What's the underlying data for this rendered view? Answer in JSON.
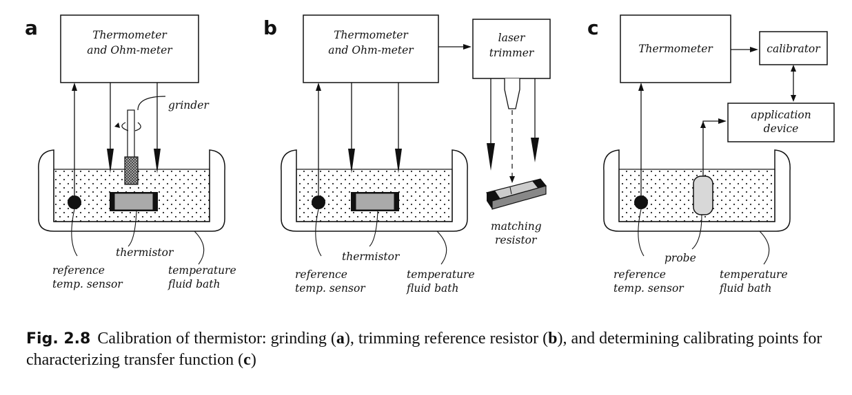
{
  "panels": {
    "a": {
      "letter": "a",
      "box_line1": "Thermometer",
      "box_line2": "and Ohm-meter",
      "grinder": "grinder",
      "thermistor": "thermistor",
      "ref_line1": "reference",
      "ref_line2": "temp. sensor",
      "bath_line1": "temperature",
      "bath_line2": "fluid bath"
    },
    "b": {
      "letter": "b",
      "box_line1": "Thermometer",
      "box_line2": "and Ohm-meter",
      "laser_line1": "laser",
      "laser_line2": "trimmer",
      "thermistor": "thermistor",
      "match_line1": "matching",
      "match_line2": "resistor",
      "ref_line1": "reference",
      "ref_line2": "temp. sensor",
      "bath_line1": "temperature",
      "bath_line2": "fluid bath"
    },
    "c": {
      "letter": "c",
      "box": "Thermometer",
      "calibrator": "calibrator",
      "app_line1": "application",
      "app_line2": "device",
      "probe": "probe",
      "ref_line1": "reference",
      "ref_line2": "temp. sensor",
      "bath_line1": "temperature",
      "bath_line2": "fluid bath"
    }
  },
  "caption": {
    "fig_label": "Fig. 2.8",
    "text_1": "Calibration of thermistor: grinding (",
    "a": "a",
    "text_2": "), trimming reference resistor (",
    "b": "b",
    "text_3": "), and determining calibrating points for characterizing transfer function (",
    "c": "c",
    "text_4": ")"
  }
}
